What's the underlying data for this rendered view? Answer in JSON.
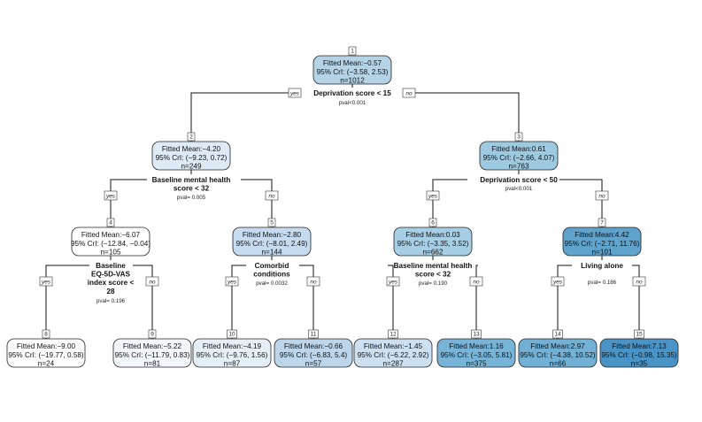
{
  "labels": {
    "yes": "yes",
    "no": "no"
  },
  "nodes": [
    {
      "id": "1",
      "mean": "Fitted Mean:−0.57",
      "cri": "95% CrI: (−3.58, 2.53)",
      "n": "n=1012",
      "fill": "#b5d3e7"
    },
    {
      "id": "2",
      "mean": "Fitted Mean:−4.20",
      "cri": "95% CrI: (−9.23, 0.72)",
      "n": "n=249",
      "fill": "#deebf7"
    },
    {
      "id": "3",
      "mean": "Fitted Mean:0.61",
      "cri": "95% CrI: (−2.66, 4.07)",
      "n": "n=763",
      "fill": "#9ecae1"
    },
    {
      "id": "4",
      "mean": "Fitted Mean:−6.07",
      "cri": "95% CrI: (−12.84, −0.04)",
      "n": "n=105",
      "fill": "#ffffff"
    },
    {
      "id": "5",
      "mean": "Fitted Mean:−2.80",
      "cri": "95% CrI: (−8.01, 2.49)",
      "n": "n=144",
      "fill": "#c6dbef"
    },
    {
      "id": "6",
      "mean": "Fitted Mean:0.03",
      "cri": "95% CrI: (−3.35, 3.52)",
      "n": "n=662",
      "fill": "#a6cee4"
    },
    {
      "id": "7",
      "mean": "Fitted Mean:4.42",
      "cri": "95% CrI: (−2.71, 11.76)",
      "n": "n=101",
      "fill": "#5fa2cc"
    },
    {
      "id": "8",
      "mean": "Fitted Mean:−9.00",
      "cri": "95% CrI: (−19.77, 0.58)",
      "n": "n=24",
      "fill": "#ffffff"
    },
    {
      "id": "9",
      "mean": "Fitted Mean:−5.22",
      "cri": "95% CrI: (−11.79, 0.83)",
      "n": "n=81",
      "fill": "#f2f7fc"
    },
    {
      "id": "10",
      "mean": "Fitted Mean:−4.19",
      "cri": "95% CrI: (−9.76, 1.56)",
      "n": "n=87",
      "fill": "#e6eff8"
    },
    {
      "id": "11",
      "mean": "Fitted Mean:−0.66",
      "cri": "95% CrI: (−6.83, 5.4)",
      "n": "n=57",
      "fill": "#bcd5ea"
    },
    {
      "id": "12",
      "mean": "Fitted Mean:−1.45",
      "cri": "95% CrI: (−6.22, 2.92)",
      "n": "n=287",
      "fill": "#cde0f1"
    },
    {
      "id": "13",
      "mean": "Fitted Mean:1.16",
      "cri": "95% CrI: (−3.05, 5.81)",
      "n": "n=375",
      "fill": "#78b4d8"
    },
    {
      "id": "14",
      "mean": "Fitted Mean:2.97",
      "cri": "95% CrI: (−4.38, 10.52)",
      "n": "n=66",
      "fill": "#72b0d6"
    },
    {
      "id": "15",
      "mean": "Fitted Mean:7.13",
      "cri": "95% CrI: (−0.98, 15.35)",
      "n": "n=35",
      "fill": "#4a93c6"
    }
  ],
  "splits": [
    {
      "node": "1",
      "lines": [
        "Deprivation score < 15"
      ],
      "pval": "pval<0.001"
    },
    {
      "node": "2",
      "lines": [
        "Baseline mental health",
        "score < 32"
      ],
      "pval": "pval= 0.005"
    },
    {
      "node": "3",
      "lines": [
        "Deprivation score < 50"
      ],
      "pval": "pval<0.001"
    },
    {
      "node": "4",
      "lines": [
        "Baseline",
        "EQ-5D-VAS",
        "index score <",
        "28"
      ],
      "pval": "pval= 0.196"
    },
    {
      "node": "5",
      "lines": [
        "Comorbid",
        "conditions"
      ],
      "pval": "pval= 0.0032"
    },
    {
      "node": "6",
      "lines": [
        "Baseline mental health",
        "score < 32"
      ],
      "pval": "pval= 0.190"
    },
    {
      "node": "7",
      "lines": [
        "Living alone"
      ],
      "pval": "pval= 0.186"
    }
  ]
}
